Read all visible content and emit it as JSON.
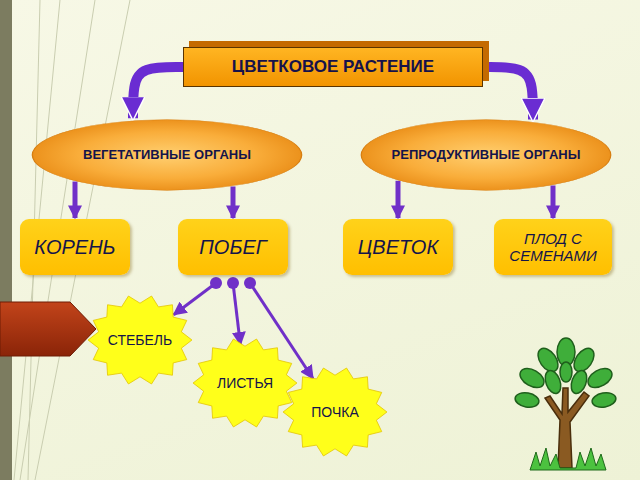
{
  "diagram": {
    "nodes": [
      {
        "text": [
          "ЦВЕТКОВОЕ РАСТЕНИЕ"
        ]
      },
      {
        "text": [
          "ВЕГЕТАТИВНЫЕ ОРГАНЫ"
        ]
      },
      {
        "text": [
          "РЕПРОДУКТИВНЫЕ ОРГАНЫ"
        ]
      },
      {
        "text": [
          "КОРЕНЬ"
        ]
      },
      {
        "text": [
          "ПОБЕГ"
        ]
      },
      {
        "text": [
          "ЦВЕТОК"
        ]
      },
      {
        "text": [
          "ПЛОД С СЕМЕНАМИ"
        ]
      },
      {
        "text": [
          "СТЕБЕЛЬ"
        ]
      },
      {
        "text": [
          "ЛИСТЬЯ"
        ]
      },
      {
        "text": [
          "ПОЧКА"
        ]
      }
    ],
    "edges": [
      {
        "from": 0,
        "to": 1,
        "arrow": "to"
      },
      {
        "from": 0,
        "to": 2,
        "arrow": "to"
      },
      {
        "from": 1,
        "to": 3,
        "arrow": "to"
      },
      {
        "from": 1,
        "to": 4,
        "arrow": "to"
      },
      {
        "from": 2,
        "to": 5,
        "arrow": "to"
      },
      {
        "from": 2,
        "to": 6,
        "arrow": "to"
      },
      {
        "from": 4,
        "to": 7,
        "arrow": "to"
      },
      {
        "from": 4,
        "to": 8,
        "arrow": "to"
      },
      {
        "from": 4,
        "to": 9,
        "arrow": "to"
      }
    ]
  }
}
